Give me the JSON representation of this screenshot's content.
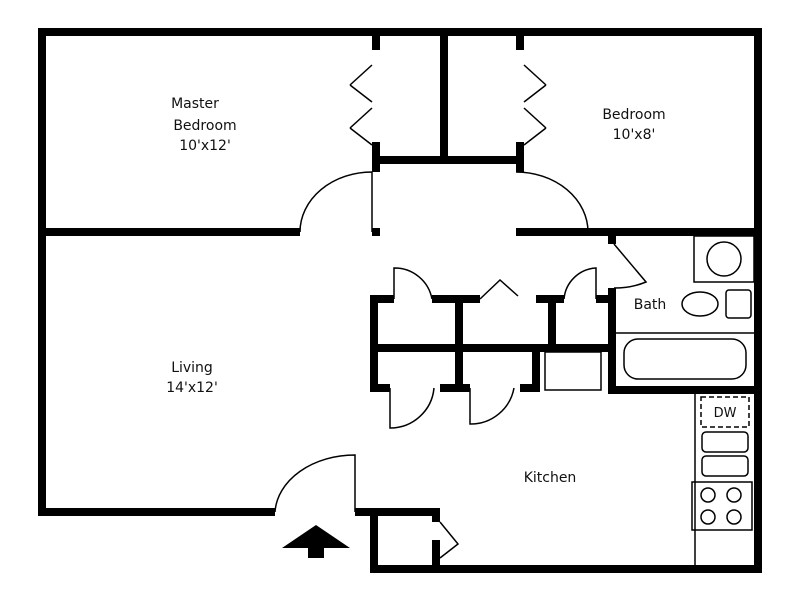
{
  "rooms": {
    "master_bedroom": {
      "name_line1": "Master",
      "name_line2": "Bedroom",
      "size": "10'x12'"
    },
    "bedroom": {
      "name": "Bedroom",
      "size": "10'x8'"
    },
    "living": {
      "name": "Living",
      "size": "14'x12'"
    },
    "bath": {
      "name": "Bath"
    },
    "kitchen": {
      "name": "Kitchen"
    }
  },
  "fixtures": {
    "dishwasher": "DW"
  },
  "colors": {
    "wall": "#000000",
    "background": "#ffffff"
  }
}
